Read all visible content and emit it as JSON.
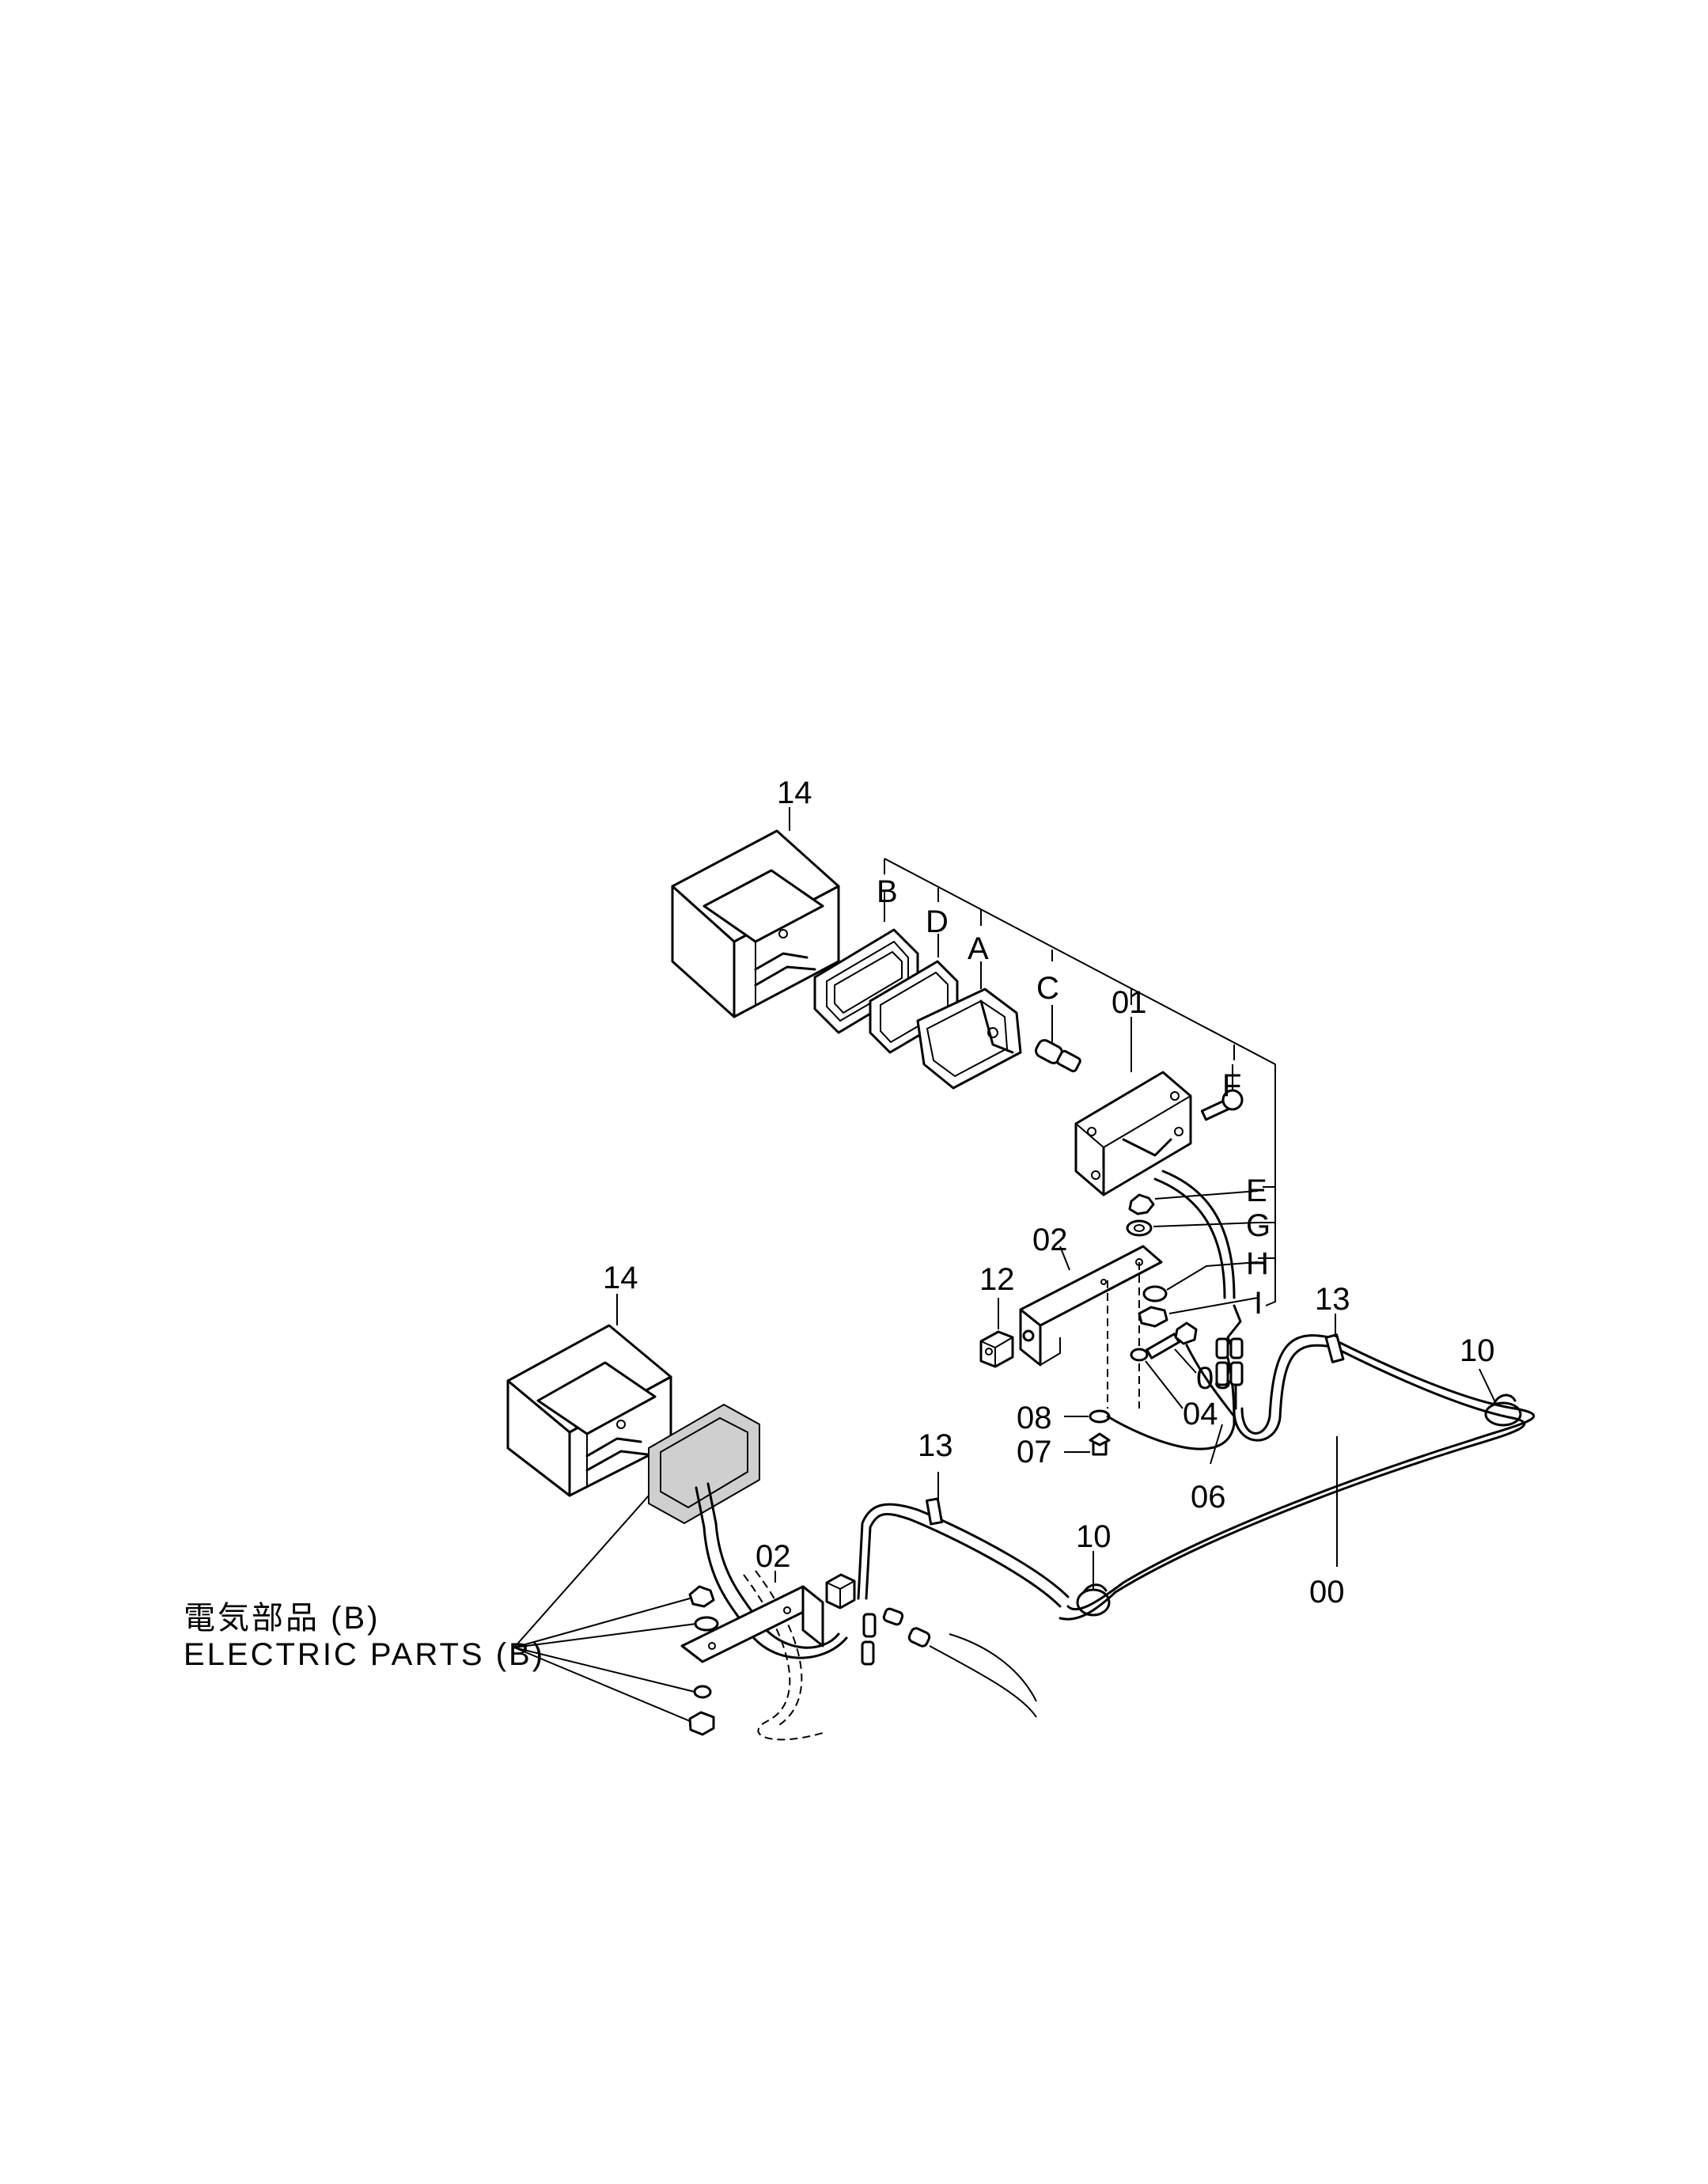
{
  "caption": {
    "japanese": "電気部品 (B)",
    "english": "ELECTRIC PARTS (B)"
  },
  "callouts": {
    "c14_top": "14",
    "cB": "B",
    "cD": "D",
    "cA": "A",
    "cC": "C",
    "c01": "01",
    "cF": "F",
    "cE": "E",
    "cG": "G",
    "cH": "H",
    "cI": "I",
    "c02_top": "02",
    "c12": "12",
    "c03": "03",
    "c04": "04",
    "c08": "08",
    "c07": "07",
    "c06": "06",
    "c13_right": "13",
    "c10_right": "10",
    "c13_mid": "13",
    "c10_mid": "10",
    "c00": "00",
    "c14_left": "14",
    "c02_bottom": "02"
  }
}
